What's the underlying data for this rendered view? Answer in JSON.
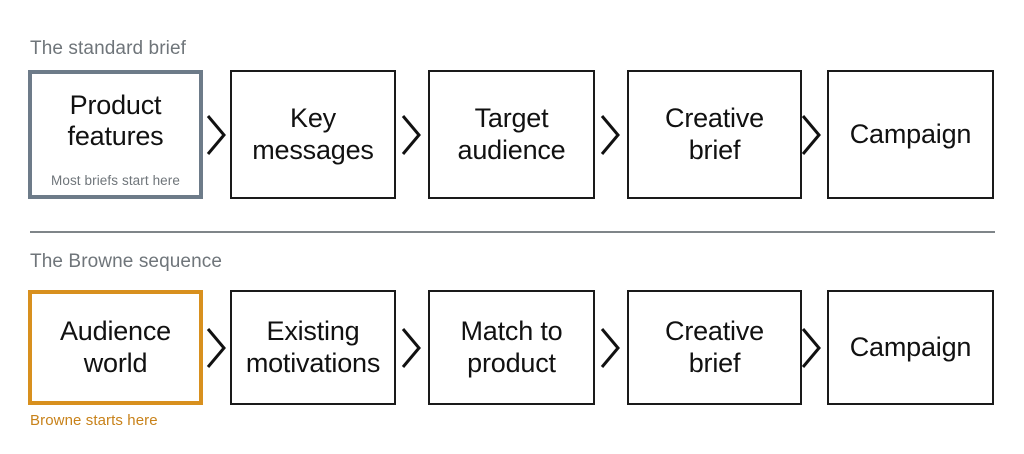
{
  "page": {
    "background": "#ffffff",
    "accent_gray": "#6d7b89",
    "accent_orange": "#d8901e",
    "heading_color": "#6f757a",
    "box_border_color": "#1a1a1a",
    "divider_color": "#7f8589"
  },
  "sections": [
    {
      "id": "standard",
      "heading": "The standard brief",
      "nodes": [
        {
          "label": "Product\nfeatures",
          "highlight": "gray",
          "caption": "Most briefs start here",
          "caption_position": "inside"
        },
        {
          "label": "Key\nmessages",
          "highlight": "none",
          "caption": "",
          "caption_position": ""
        },
        {
          "label": "Target\naudience",
          "highlight": "none",
          "caption": "",
          "caption_position": ""
        },
        {
          "label": "Creative\nbrief",
          "highlight": "none",
          "caption": "",
          "caption_position": ""
        },
        {
          "label": "Campaign",
          "highlight": "none",
          "caption": "",
          "caption_position": ""
        }
      ],
      "connectors": [
        "chevron-right-icon",
        "chevron-right-icon",
        "chevron-right-icon",
        "chevron-right-icon"
      ]
    },
    {
      "id": "browne",
      "heading": "The Browne sequence",
      "nodes": [
        {
          "label": "Audience\nworld",
          "highlight": "orange",
          "caption": "Browne starts here",
          "caption_position": "below"
        },
        {
          "label": "Existing\nmotivations",
          "highlight": "none",
          "caption": "",
          "caption_position": ""
        },
        {
          "label": "Match to\nproduct",
          "highlight": "none",
          "caption": "",
          "caption_position": ""
        },
        {
          "label": "Creative\nbrief",
          "highlight": "none",
          "caption": "",
          "caption_position": ""
        },
        {
          "label": "Campaign",
          "highlight": "none",
          "caption": "",
          "caption_position": ""
        }
      ],
      "connectors": [
        "chevron-right-icon",
        "chevron-right-icon",
        "chevron-right-icon",
        "chevron-right-icon"
      ]
    }
  ]
}
